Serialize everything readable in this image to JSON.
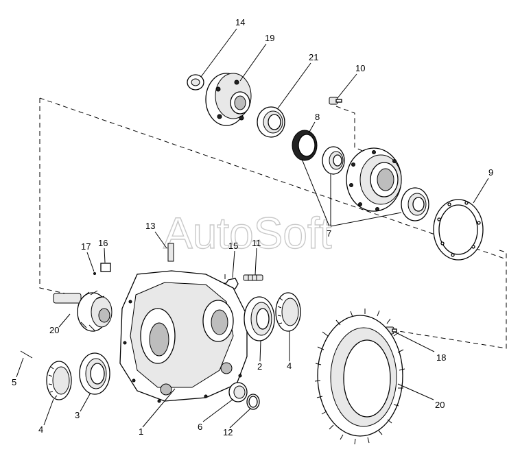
{
  "watermark": "AutoSoft",
  "callouts": [
    {
      "id": "c14",
      "text": "14"
    },
    {
      "id": "c19",
      "text": "19"
    },
    {
      "id": "c21",
      "text": "21"
    },
    {
      "id": "c10",
      "text": "10"
    },
    {
      "id": "c8",
      "text": "8"
    },
    {
      "id": "c9",
      "text": "9"
    },
    {
      "id": "c7",
      "text": "7"
    },
    {
      "id": "c13",
      "text": "13"
    },
    {
      "id": "c17",
      "text": "17"
    },
    {
      "id": "c16",
      "text": "16"
    },
    {
      "id": "c15",
      "text": "15"
    },
    {
      "id": "c11",
      "text": "11"
    },
    {
      "id": "c20a",
      "text": "20"
    },
    {
      "id": "c5",
      "text": "5"
    },
    {
      "id": "c4a",
      "text": "4"
    },
    {
      "id": "c3",
      "text": "3"
    },
    {
      "id": "c1",
      "text": "1"
    },
    {
      "id": "c2",
      "text": "2"
    },
    {
      "id": "c4b",
      "text": "4"
    },
    {
      "id": "c6",
      "text": "6"
    },
    {
      "id": "c12",
      "text": "12"
    },
    {
      "id": "c18",
      "text": "18"
    },
    {
      "id": "c20b",
      "text": "20"
    }
  ]
}
